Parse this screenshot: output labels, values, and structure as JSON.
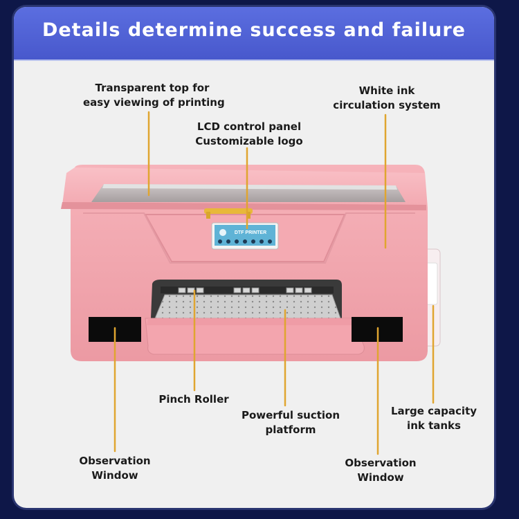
{
  "banner": {
    "title": "Details determine success and failure"
  },
  "printer": {
    "panel_text": "DTF PRINTER",
    "body_color": "#f2a6ae",
    "accent_color": "#e8b83a"
  },
  "callouts": {
    "transparent_top": [
      "Transparent top for",
      "easy viewing of printing"
    ],
    "lcd_panel": [
      "LCD control panel",
      "Customizable logo"
    ],
    "white_ink": [
      "White ink",
      "circulation system"
    ],
    "pinch_roller": [
      "Pinch Roller"
    ],
    "suction_platform": [
      "Powerful suction",
      "platform"
    ],
    "ink_tanks": [
      "Large capacity",
      "ink tanks"
    ],
    "observation_left": [
      "Observation",
      "Window"
    ],
    "observation_right": [
      "Observation",
      "Window"
    ]
  }
}
